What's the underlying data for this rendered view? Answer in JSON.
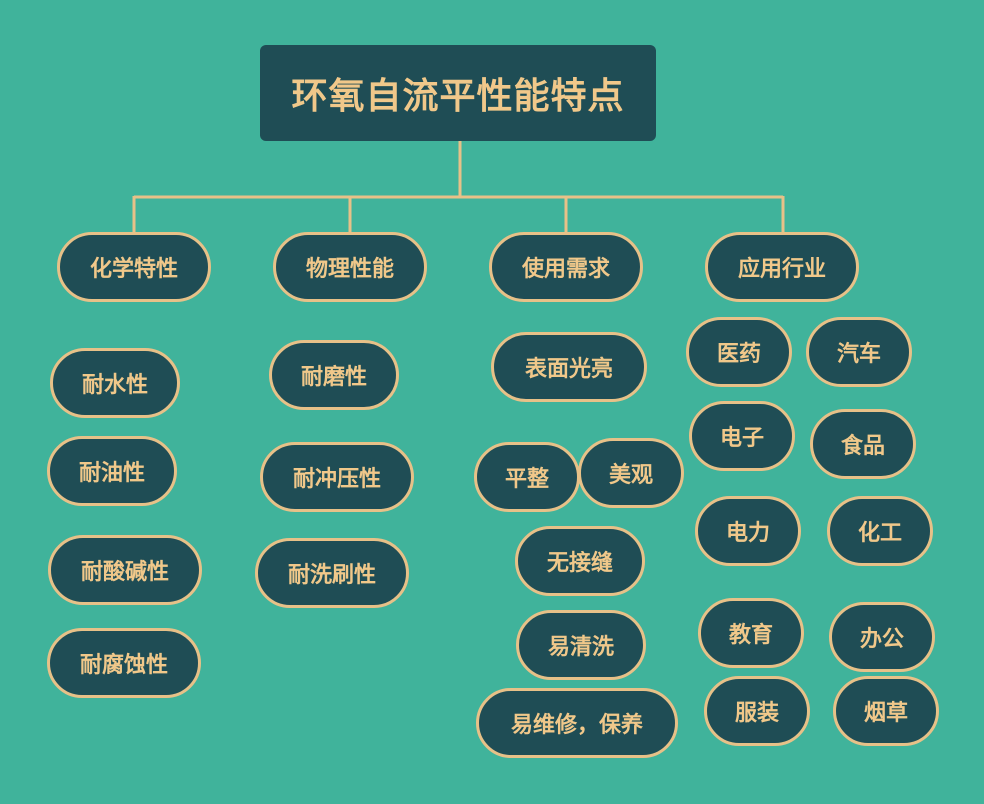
{
  "title": "环氧自流平性能特点",
  "categories": [
    {
      "label": "化学特性",
      "items": [
        "耐水性",
        "耐油性",
        "耐酸碱性",
        "耐腐蚀性"
      ]
    },
    {
      "label": "物理性能",
      "items": [
        "耐磨性",
        "耐冲压性",
        "耐洗刷性"
      ]
    },
    {
      "label": "使用需求",
      "items": [
        "表面光亮",
        "平整",
        "美观",
        "无接缝",
        "易清洗",
        "易维修，保养"
      ]
    },
    {
      "label": "应用行业",
      "items": [
        "医药",
        "汽车",
        "电子",
        "食品",
        "电力",
        "化工",
        "教育",
        "办公",
        "服装",
        "烟草"
      ]
    }
  ],
  "colors": {
    "background": "#40b39b",
    "box_fill": "#1f4d55",
    "accent": "#e7c188",
    "text": "#f0c88a"
  }
}
